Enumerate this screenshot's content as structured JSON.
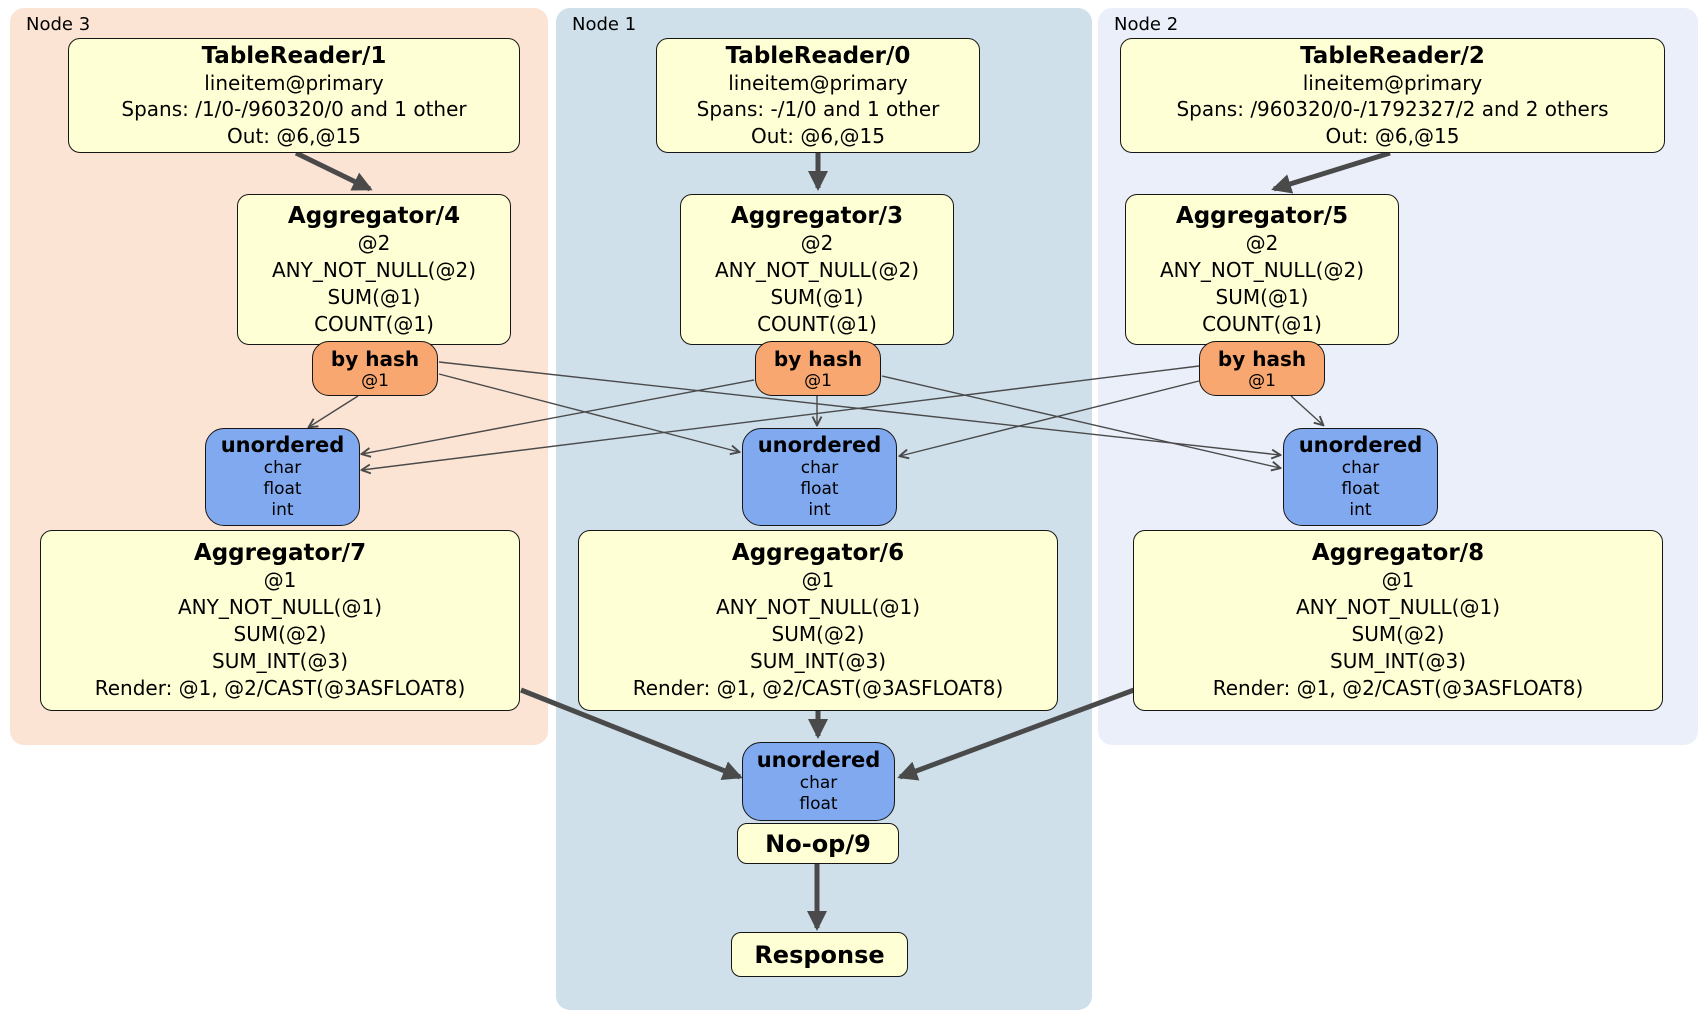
{
  "colors": {
    "node3_bg": "#FBE4D4",
    "node1_bg": "#CFE0EB",
    "node2_bg": "#EAEFF9",
    "processor_fill": "#FFFFD6",
    "router_fill": "#F7A76F",
    "sync_fill": "#80A9F0",
    "edge_color": "#4A4A4A",
    "box_border": "#161616"
  },
  "regions": [
    {
      "label": "Node 3",
      "table_reader": {
        "title": "TableReader/1",
        "lines": [
          "lineitem@primary",
          "Spans: /1/0-/960320/0 and 1 other",
          "Out: @6,@15"
        ]
      },
      "aggregator_top": {
        "title": "Aggregator/4",
        "lines": [
          "@2",
          "ANY_NOT_NULL(@2)",
          "SUM(@1)",
          "COUNT(@1)"
        ]
      },
      "router": {
        "title": "by hash",
        "lines": [
          "@1"
        ]
      },
      "sync": {
        "title": "unordered",
        "lines": [
          "char",
          "float",
          "int"
        ]
      },
      "aggregator_bottom": {
        "title": "Aggregator/7",
        "lines": [
          "@1",
          "ANY_NOT_NULL(@1)",
          "SUM(@2)",
          "SUM_INT(@3)",
          "Render: @1, @2/CAST(@3ASFLOAT8)"
        ]
      }
    },
    {
      "label": "Node 1",
      "table_reader": {
        "title": "TableReader/0",
        "lines": [
          "lineitem@primary",
          "Spans: -/1/0 and 1 other",
          "Out: @6,@15"
        ]
      },
      "aggregator_top": {
        "title": "Aggregator/3",
        "lines": [
          "@2",
          "ANY_NOT_NULL(@2)",
          "SUM(@1)",
          "COUNT(@1)"
        ]
      },
      "router": {
        "title": "by hash",
        "lines": [
          "@1"
        ]
      },
      "sync": {
        "title": "unordered",
        "lines": [
          "char",
          "float",
          "int"
        ]
      },
      "aggregator_bottom": {
        "title": "Aggregator/6",
        "lines": [
          "@1",
          "ANY_NOT_NULL(@1)",
          "SUM(@2)",
          "SUM_INT(@3)",
          "Render: @1, @2/CAST(@3ASFLOAT8)"
        ]
      }
    },
    {
      "label": "Node 2",
      "table_reader": {
        "title": "TableReader/2",
        "lines": [
          "lineitem@primary",
          "Spans: /960320/0-/1792327/2 and 2 others",
          "Out: @6,@15"
        ]
      },
      "aggregator_top": {
        "title": "Aggregator/5",
        "lines": [
          "@2",
          "ANY_NOT_NULL(@2)",
          "SUM(@1)",
          "COUNT(@1)"
        ]
      },
      "router": {
        "title": "by hash",
        "lines": [
          "@1"
        ]
      },
      "sync": {
        "title": "unordered",
        "lines": [
          "char",
          "float",
          "int"
        ]
      },
      "aggregator_bottom": {
        "title": "Aggregator/8",
        "lines": [
          "@1",
          "ANY_NOT_NULL(@1)",
          "SUM(@2)",
          "SUM_INT(@3)",
          "Render: @1, @2/CAST(@3ASFLOAT8)"
        ]
      }
    }
  ],
  "output": {
    "sync": {
      "title": "unordered",
      "lines": [
        "char",
        "float"
      ]
    },
    "noop": {
      "title": "No-op/9"
    },
    "response": {
      "title": "Response"
    }
  }
}
